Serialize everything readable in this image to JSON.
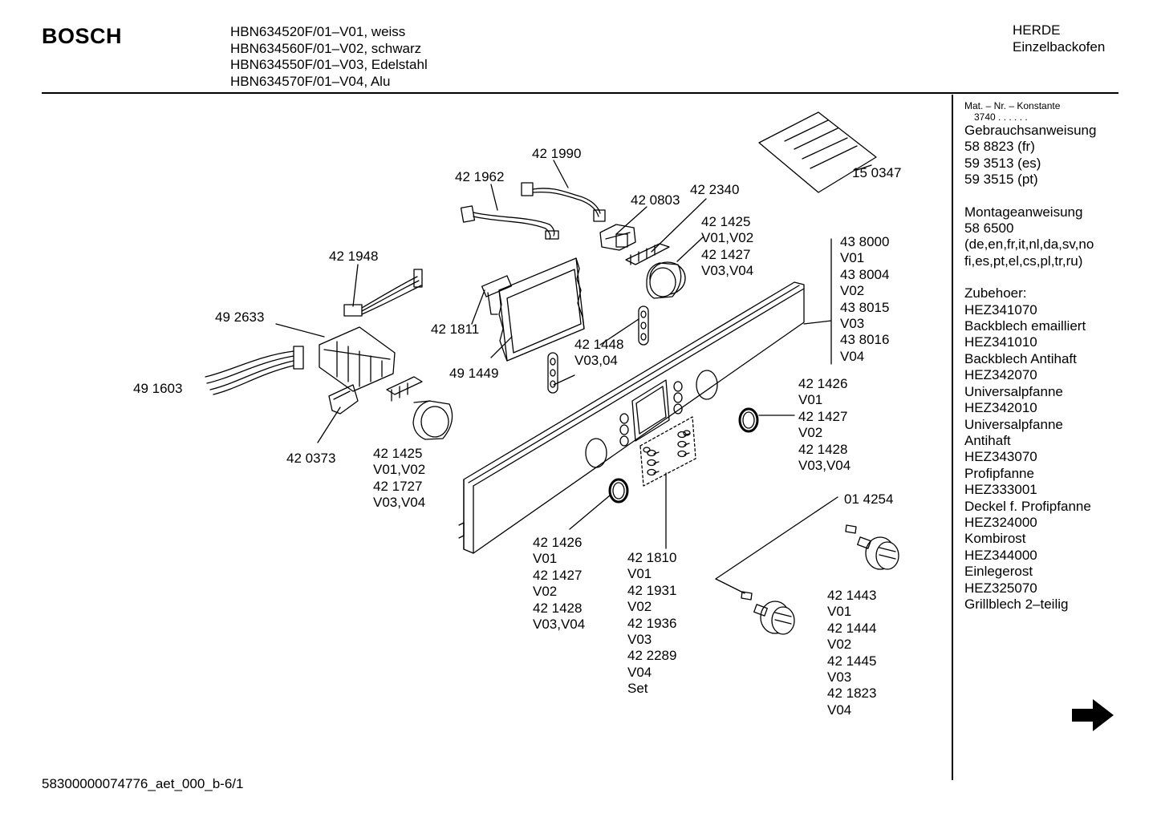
{
  "header": {
    "brand": "BOSCH",
    "models": [
      "HBN634520F/01–V01, weiss",
      "HBN634560F/01–V02, schwarz",
      "HBN634550F/01–V03, Edelstahl",
      "HBN634570F/01–V04, Alu"
    ],
    "product_type": "HERDE",
    "product_name": "Einzelbackofen"
  },
  "sidebar": {
    "mat_label": "Mat. – Nr. – Konstante",
    "mat_value": "3740 . . . . . .",
    "manual_title": "Gebrauchsanweisung",
    "manuals": [
      "58 8823 (fr)",
      "59 3513 (es)",
      "59 3515 (pt)"
    ],
    "install_title": "Montageanweisung",
    "install_number": "58 6500",
    "install_langs": [
      "(de,en,fr,it,nl,da,sv,no",
      "fi,es,pt,el,cs,pl,tr,ru)"
    ],
    "accessories_title": "Zubehoer:",
    "accessories": [
      "HEZ341070",
      "Backblech emailliert",
      "HEZ341010",
      "Backblech Antihaft",
      "HEZ342070",
      "Universalpfanne",
      "HEZ342010",
      "Universalpfanne",
      "Antihaft",
      "HEZ343070",
      "Profipfanne",
      "HEZ333001",
      "Deckel f. Profipfanne",
      "HEZ324000",
      "Kombirost",
      "HEZ344000",
      "Einlegerost",
      "HEZ325070",
      "Grillblech 2–teilig"
    ]
  },
  "parts": {
    "p421990": "42 1990",
    "p421962": "42 1962",
    "p420803": "42 0803",
    "p422340": "42 2340",
    "p150347": "15 0347",
    "p421425_top": [
      "42 1425",
      "V01,V02",
      "42 1427",
      "V03,V04"
    ],
    "p421948": "42 1948",
    "p492633": "49 2633",
    "p421811": "42 1811",
    "p421448": [
      "42 1448",
      "V03,04"
    ],
    "p491449": "49 1449",
    "p491603": "49 1603",
    "p420373": "42 0373",
    "p421425_bottom": [
      "42 1425",
      "V01,V02",
      "42 1727",
      "V03,V04"
    ],
    "p438000": [
      "43 8000",
      "V01",
      "43 8004",
      "V02",
      "43 8015",
      "V03",
      "43 8016",
      "V04"
    ],
    "p421426_right": [
      "42 1426",
      "V01",
      "42 1427",
      "V02",
      "42 1428",
      "V03,V04"
    ],
    "p014254": "01 4254",
    "p421426_left": [
      "42 1426",
      "V01",
      "42 1427",
      "V02",
      "42 1428",
      "V03,V04"
    ],
    "p421810": [
      "42 1810",
      "V01",
      "42 1931",
      "V02",
      "42 1936",
      "V03",
      "42 2289",
      "V04",
      "Set"
    ],
    "p421443": [
      "42 1443",
      "V01",
      "42 1444",
      "V02",
      "42 1445",
      "V03",
      "42 1823",
      "V04"
    ]
  },
  "footer": {
    "doc_id": "58300000074776_aet_000_b-6/1"
  },
  "icons": {
    "next_page": "arrow-right-icon"
  }
}
